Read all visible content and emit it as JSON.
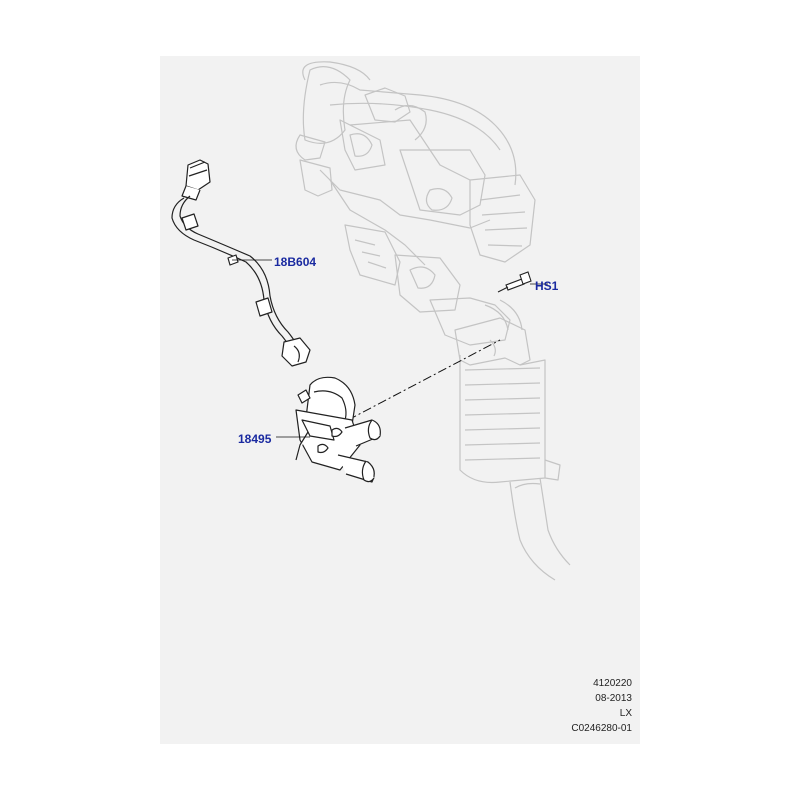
{
  "diagram": {
    "callouts": {
      "harness": "18B604",
      "bolt": "HS1",
      "valve": "18495"
    },
    "footer": {
      "line1": "4120220",
      "line2": "08-2013",
      "line3": "LX",
      "line4": "C0246280-01"
    },
    "colors": {
      "sheet_background": "#f2f2f2",
      "callout_text": "#1a2aa0",
      "ghost_lines": "#c8c8c8",
      "part_lines": "#222222"
    }
  }
}
